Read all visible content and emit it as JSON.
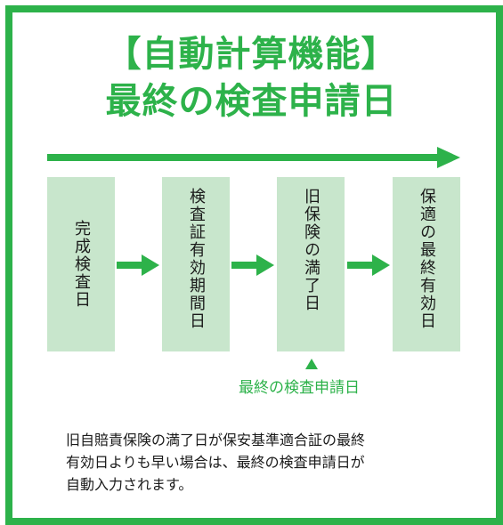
{
  "title": {
    "line1": "【自動計算機能】",
    "line2": "最終の検査申請日"
  },
  "steps": [
    {
      "label": "完成検査日"
    },
    {
      "label": "検査証有効期間日"
    },
    {
      "label": "旧保険の満了日"
    },
    {
      "label": "保適の最終有効日"
    }
  ],
  "marker": {
    "label": "最終の検査申請日"
  },
  "note": {
    "line1": "旧自賠責保険の満了日が保安基準適合証の最終",
    "line2": "有効日よりも早い場合は、最終の検査申請日が",
    "line3": "自動入力されます。"
  },
  "colors": {
    "accent": "#2db24a",
    "box": "#c8e6cc",
    "text": "#1a1a1a"
  },
  "icons": {
    "timeline": "long-right-arrow-icon",
    "step_arrow": "right-arrow-icon",
    "marker": "up-triangle-icon"
  }
}
